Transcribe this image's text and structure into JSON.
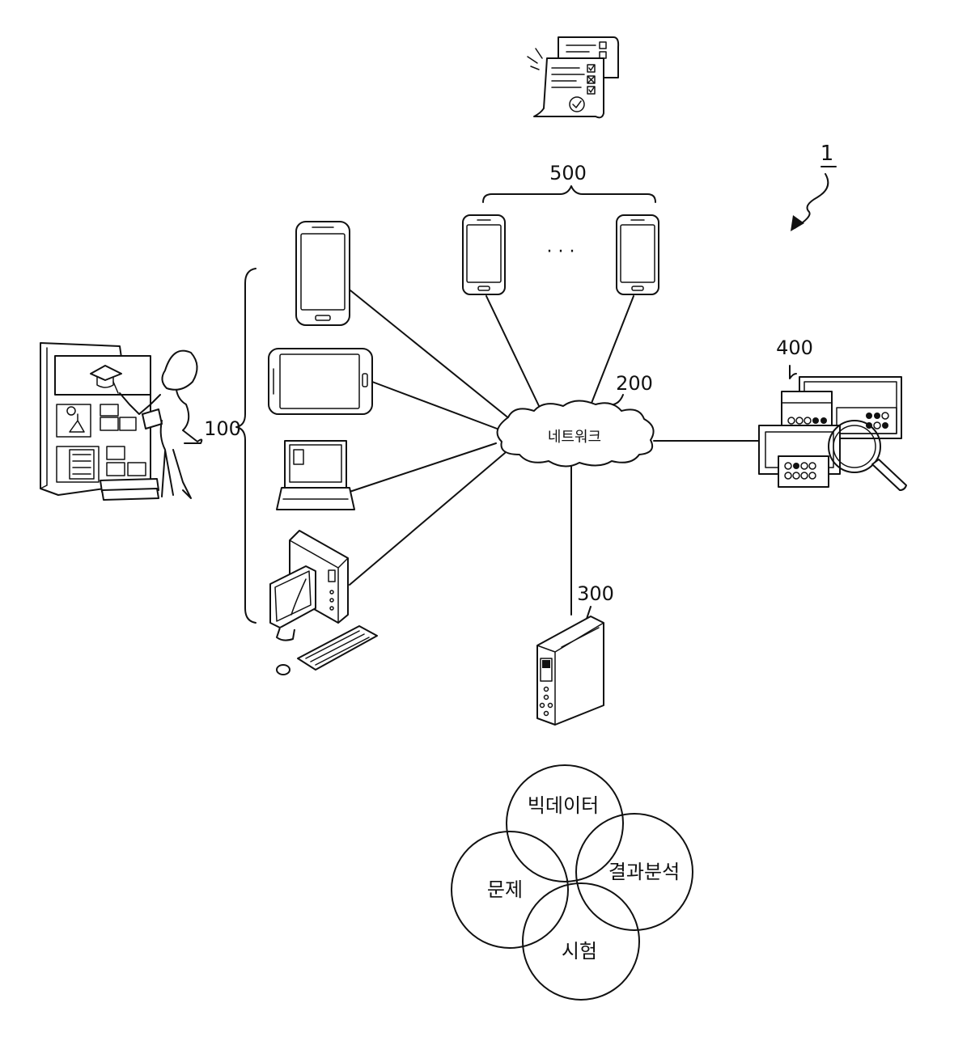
{
  "figure": {
    "system_ref": "1",
    "nodes": {
      "user_terminals": {
        "ref": "100"
      },
      "network": {
        "ref": "200",
        "label": "네트워크"
      },
      "server": {
        "ref": "300"
      },
      "analysis": {
        "ref": "400"
      },
      "other_terminals": {
        "ref": "500",
        "ellipsis": "· · ·"
      }
    },
    "venn": {
      "circles": [
        "빅데이터",
        "결과분석",
        "시험",
        "문제"
      ]
    }
  }
}
